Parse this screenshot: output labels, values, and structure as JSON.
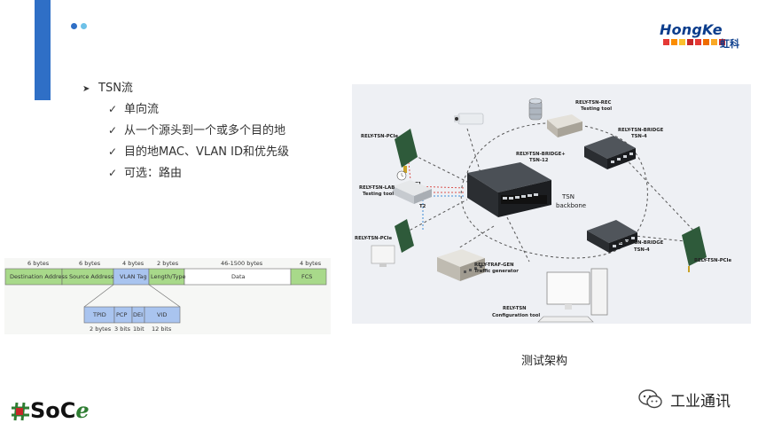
{
  "logo": {
    "name": "HongKe",
    "cn": "虹科",
    "square_colors": [
      "#e53935",
      "#fb8c00",
      "#fbc02d",
      "#c62828",
      "#e53935",
      "#ef6c00",
      "#f9a825",
      "#d32f2f"
    ]
  },
  "accent": {
    "bar": "#2f6fc6",
    "dots": [
      "#2f6fc6",
      "#6ec1e8"
    ]
  },
  "bullets": {
    "title": "TSN流",
    "items": [
      "单向流",
      "从一个源头到一个或多个目的地",
      "目的地MAC、VLAN ID和优先级",
      "可选：路由"
    ]
  },
  "diagram": {
    "labels": {
      "pcie_top": "RELY-TSN-PCIe",
      "lab_1": "RELY-TSN-LAB",
      "lab_2": "Testing tool",
      "pcie_left": "RELY-TSN-PCIe",
      "bridge12_1": "RELY-TSN-BRIDGE+",
      "bridge12_2": "TSN-12",
      "rec_1": "RELY-TSN-REC",
      "rec_2": "Testing tool",
      "bridge4a_1": "RELY-TSN-BRIDGE",
      "bridge4a_2": "TSN-4",
      "tsn_1": "TSN",
      "tsn_2": "backbone",
      "bridge4b_1": "RELY-TSN-BRIDGE",
      "bridge4b_2": "TSN-4",
      "pcie_right": "RELY-TSN-PCIe",
      "trafgen_1": "RELY-TRAF-GEN",
      "trafgen_2": "Traffic generator",
      "config_1": "RELY-TSN",
      "config_2": "Configuration tool",
      "t1": "T1",
      "t2": "T2"
    }
  },
  "caption": "测试架构",
  "frame": {
    "sizes": [
      "6 bytes",
      "6 bytes",
      "4 bytes",
      "2 bytes",
      "46-1500 bytes",
      "4 bytes"
    ],
    "fields": [
      "Destination Address",
      "Source Address",
      "VLAN Tag",
      "Length/Type",
      "Data",
      "FCS"
    ],
    "sub_fields": [
      "TPID",
      "PCP",
      "DEI",
      "VID"
    ],
    "sub_sizes": [
      "2 bytes",
      "3 bits",
      "1bit",
      "12 bits"
    ],
    "colors": {
      "green": "#a8d98a",
      "blue": "#a9c4ef",
      "white": "#ffffff"
    }
  },
  "brand": {
    "prefix": "#",
    "text": "SoC",
    "suffix": "e"
  },
  "wechat": {
    "text": "工业通讯"
  }
}
